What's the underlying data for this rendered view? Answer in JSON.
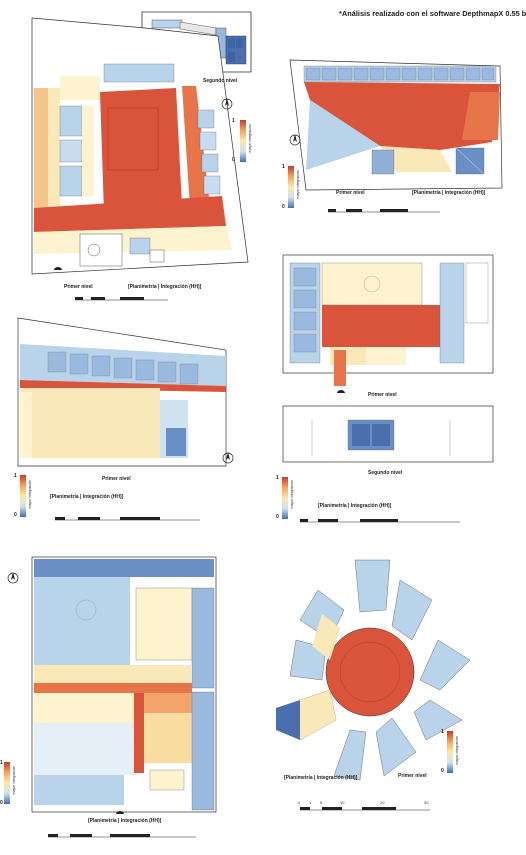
{
  "header_note": "*Análisis realizado con el software DepthmapX 0.55 b",
  "labels": {
    "segundo_nivel": "Segundo nivel",
    "primer_nivel": "Primer nivel",
    "planimetria": "[Planimetría | Integración (HH)]",
    "legend_min": "0",
    "legend_max": "1",
    "legend_caption": "mayor integración",
    "segundo_nivel_b": "Segundo nivel",
    "primer_nivel_b": "Primer nivel"
  },
  "scale_ticks": [
    "0",
    "1",
    "5",
    "10",
    "20",
    "30"
  ],
  "colors": {
    "high": "#d9543a",
    "high2": "#e8754a",
    "mid": "#f7d9a0",
    "low": "#fdf3cf",
    "cool": "#b9d3ea",
    "cold": "#6a8fc6",
    "outline": "#333333"
  },
  "icons": {
    "north": "north-arrow-icon",
    "entrance": "entrance-icon"
  }
}
